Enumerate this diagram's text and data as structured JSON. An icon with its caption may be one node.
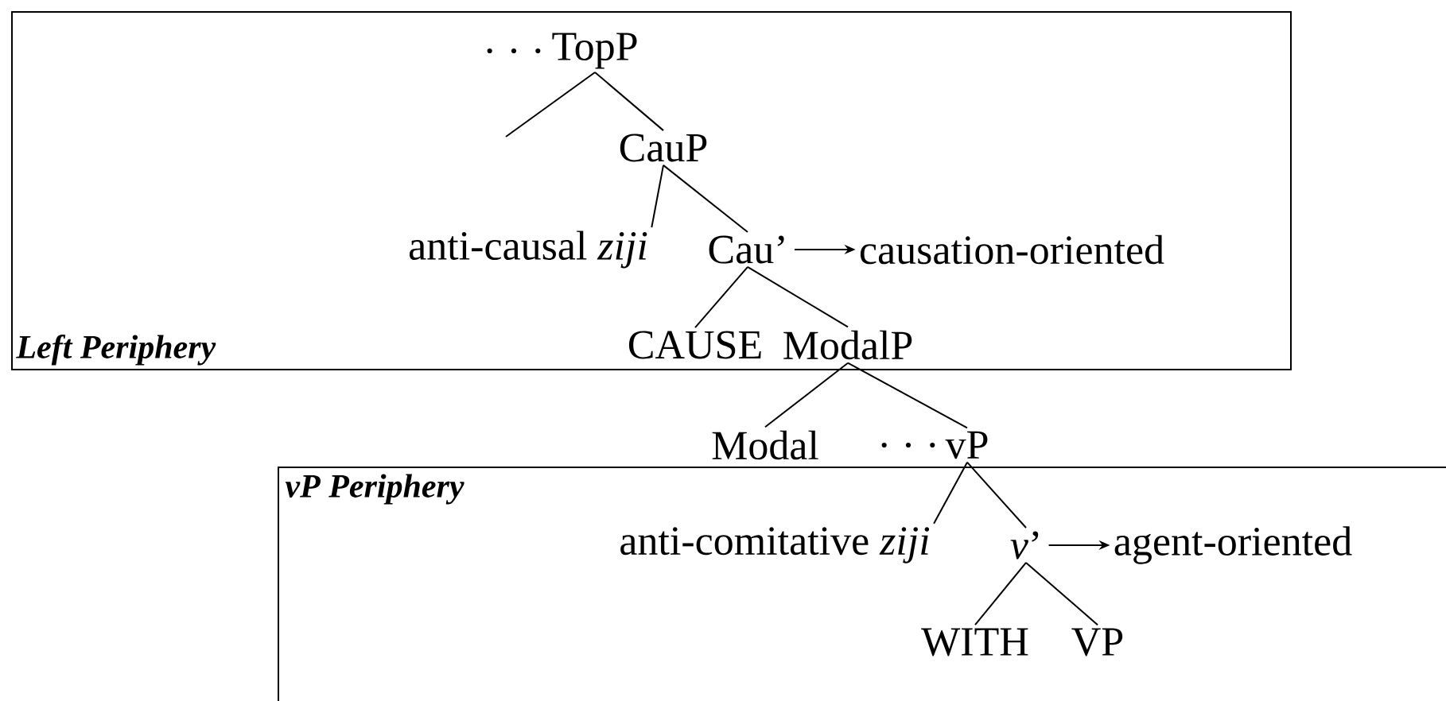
{
  "diagram": {
    "nodes": [
      {
        "text": [
          "Left Periphery"
        ]
      },
      {
        "text": [
          "TopP"
        ],
        "in": 0
      },
      {
        "text": [
          "CauP"
        ],
        "in": 0
      },
      {
        "text": [
          "anti-causal *ziji*"
        ],
        "in": 0
      },
      {
        "text": [
          "Cau’"
        ],
        "in": 0
      },
      {
        "text": [
          "causation-oriented"
        ],
        "in": 0
      },
      {
        "text": [
          "CAUSE"
        ],
        "in": 0
      },
      {
        "text": [
          "ModalP"
        ],
        "in": 0
      },
      {
        "text": [
          "Modal"
        ]
      },
      {
        "text": [
          "vP"
        ]
      },
      {
        "text": [
          "vP Periphery"
        ]
      },
      {
        "text": [
          "anti-comitative *ziji*"
        ],
        "in": 10
      },
      {
        "text": [
          "*v*’"
        ],
        "in": 10
      },
      {
        "text": [
          "agent-oriented"
        ],
        "in": 10
      },
      {
        "text": [
          "WITH"
        ],
        "in": 10
      },
      {
        "text": [
          "VP"
        ],
        "in": 10
      }
    ],
    "edges": [
      {
        "from": 1,
        "to": null,
        "arrow": "none"
      },
      {
        "from": 1,
        "to": 2,
        "arrow": "none"
      },
      {
        "from": 2,
        "to": 3,
        "arrow": "none"
      },
      {
        "from": 2,
        "to": 4,
        "arrow": "none"
      },
      {
        "from": 4,
        "to": 5,
        "arrow": "to"
      },
      {
        "from": 4,
        "to": 6,
        "arrow": "none"
      },
      {
        "from": 4,
        "to": 7,
        "arrow": "none"
      },
      {
        "from": 7,
        "to": 8,
        "arrow": "none"
      },
      {
        "from": 7,
        "to": 9,
        "arrow": "none"
      },
      {
        "from": 9,
        "to": 11,
        "arrow": "none"
      },
      {
        "from": 9,
        "to": 12,
        "arrow": "none"
      },
      {
        "from": 12,
        "to": 13,
        "arrow": "to"
      },
      {
        "from": 12,
        "to": 14,
        "arrow": "none"
      },
      {
        "from": 12,
        "to": 15,
        "arrow": "none"
      }
    ],
    "labels": [
      ". . .",
      ". . ."
    ]
  }
}
